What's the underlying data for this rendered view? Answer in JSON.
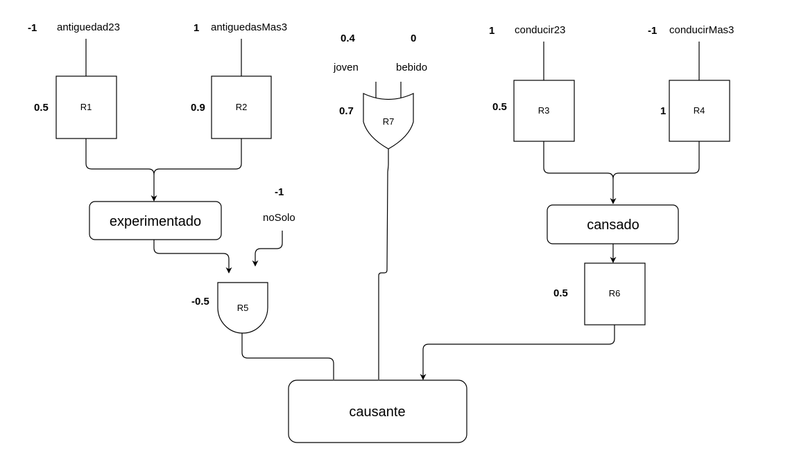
{
  "inputs": {
    "antiguedad23": {
      "name": "antiguedad23",
      "value": "-1"
    },
    "antiguedadesMas3": {
      "name": "antiguedasMas3",
      "value": "1"
    },
    "joven": {
      "name": "joven",
      "value": "0.4"
    },
    "bebido": {
      "name": "bebido",
      "value": "0"
    },
    "conducir23": {
      "name": "conducir23",
      "value": "1"
    },
    "conducirMas3": {
      "name": "conducirMas3",
      "value": "-1"
    },
    "noSolo": {
      "name": "noSolo",
      "value": "-1"
    }
  },
  "rules": {
    "r1": {
      "label": "R1",
      "weight": "0.5"
    },
    "r2": {
      "label": "R2",
      "weight": "0.9"
    },
    "r3": {
      "label": "R3",
      "weight": "0.5"
    },
    "r4": {
      "label": "R4",
      "weight": "1"
    },
    "r5": {
      "label": "R5",
      "weight": "-0.5"
    },
    "r6": {
      "label": "R6",
      "weight": "0.5"
    },
    "r7": {
      "label": "R7",
      "weight": "0.7"
    }
  },
  "nodes": {
    "experimentado": "experimentado",
    "cansado": "cansado",
    "causante": "causante"
  }
}
